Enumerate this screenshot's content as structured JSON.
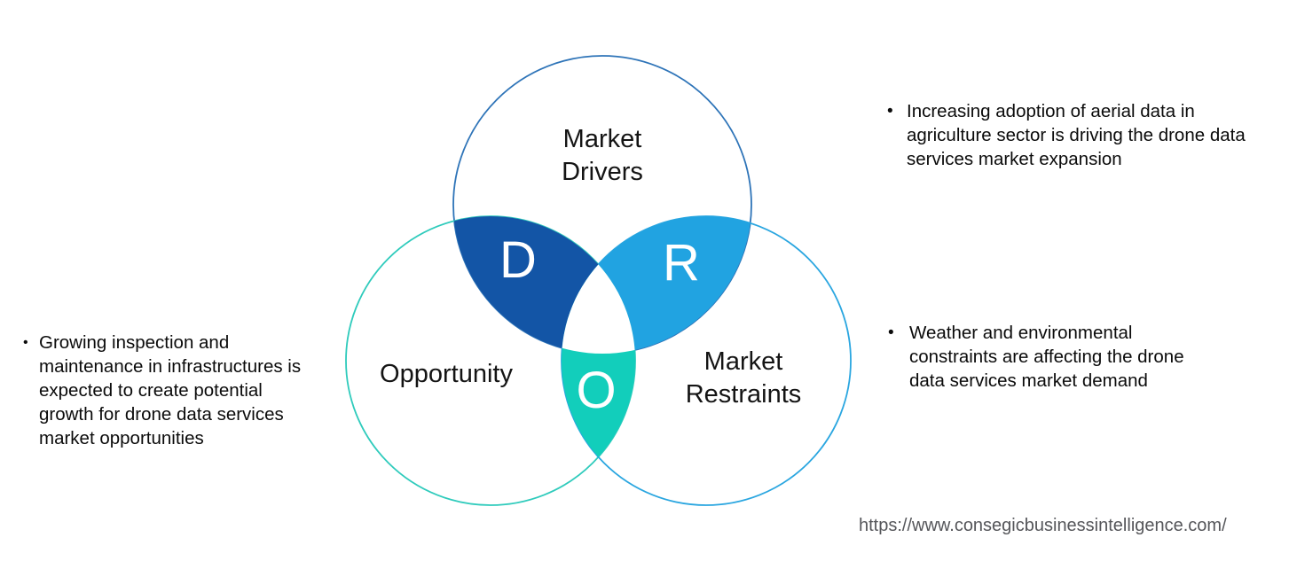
{
  "venn": {
    "drivers": {
      "label": "Market Drivers",
      "letter": "D",
      "circle_stroke": "#2E74B8",
      "lens_fill": "#1355A6"
    },
    "restraints": {
      "label": "Market Restraints",
      "letter": "R",
      "circle_stroke": "#2AA6E0",
      "lens_fill": "#21A3E1"
    },
    "opportunity": {
      "label": "Opportunity",
      "letter": "O",
      "circle_stroke": "#2FCBBC",
      "lens_fill": "#12CEBB"
    },
    "center_fill": "#FFFFFF"
  },
  "annotations": {
    "left": {
      "bullet": "•",
      "text": "Growing inspection and maintenance in infrastructures is expected to create potential growth for drone data services market opportunities"
    },
    "right_top": {
      "bullet": "•",
      "text": "Increasing adoption of aerial data in agriculture sector is driving the drone data services market expansion"
    },
    "right_bottom": {
      "bullet": "•",
      "text": "Weather and environmental constraints are affecting the drone data services market demand"
    }
  },
  "footer": {
    "url": "https://www.consegicbusinessintelligence.com/"
  },
  "colors": {
    "background": "#FFFFFF",
    "label_text": "#141414",
    "body_text": "#0B0B0B",
    "letter_text": "#FFFFFF",
    "url_text": "#55565A"
  }
}
